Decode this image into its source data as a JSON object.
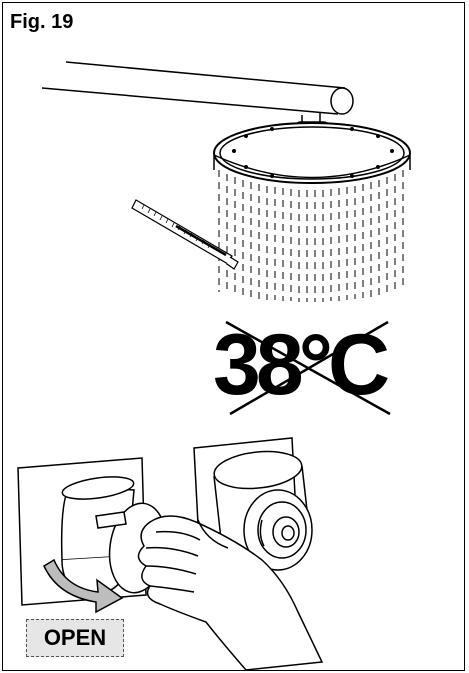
{
  "figure": {
    "label": "Fig. 19"
  },
  "temperature": {
    "text": "38°C",
    "crossed_out": true
  },
  "action": {
    "label": "OPEN"
  },
  "icons": [
    "shower-head-icon",
    "thermometer-icon",
    "mixer-valve-icon",
    "hand-icon",
    "rotate-arrow-icon",
    "cross-out-icon"
  ],
  "colors": {
    "line": "#000000",
    "background": "#ffffff",
    "label_box": "#e6e6e6",
    "arrow_fill": "#bdbdbd"
  }
}
